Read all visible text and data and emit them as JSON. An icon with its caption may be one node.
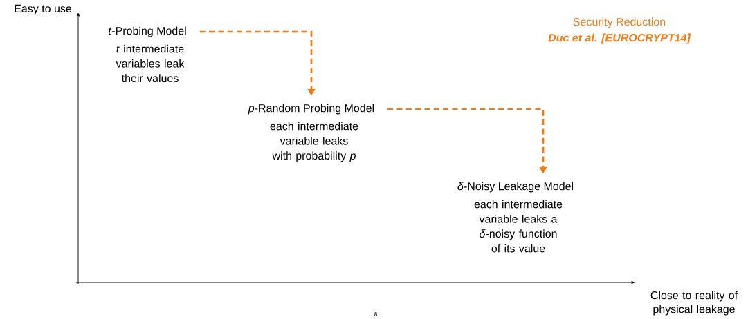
{
  "diagram": {
    "nodes": [
      {
        "text": [
          "*t*-Probing Model",
          "*t* intermediate variables leak their values"
        ]
      },
      {
        "text": [
          "*p*-Random Probing Model",
          "each intermediate variable leaks with probability *p*"
        ]
      },
      {
        "text": [
          "*δ*-Noisy Leakage Model",
          "each intermediate variable leaks a *δ*-noisy function of its value"
        ]
      }
    ],
    "edges": [
      {
        "from": 0,
        "to": 1,
        "arrow": "to",
        "style": "dashed"
      },
      {
        "from": 1,
        "to": 2,
        "arrow": "to",
        "style": "dashed"
      }
    ],
    "labels": [
      "Easy to use",
      "Security Reduction",
      "Duc et al. [EUROCRYPT14]",
      "Close to reality of physical leakage",
      "8"
    ]
  }
}
